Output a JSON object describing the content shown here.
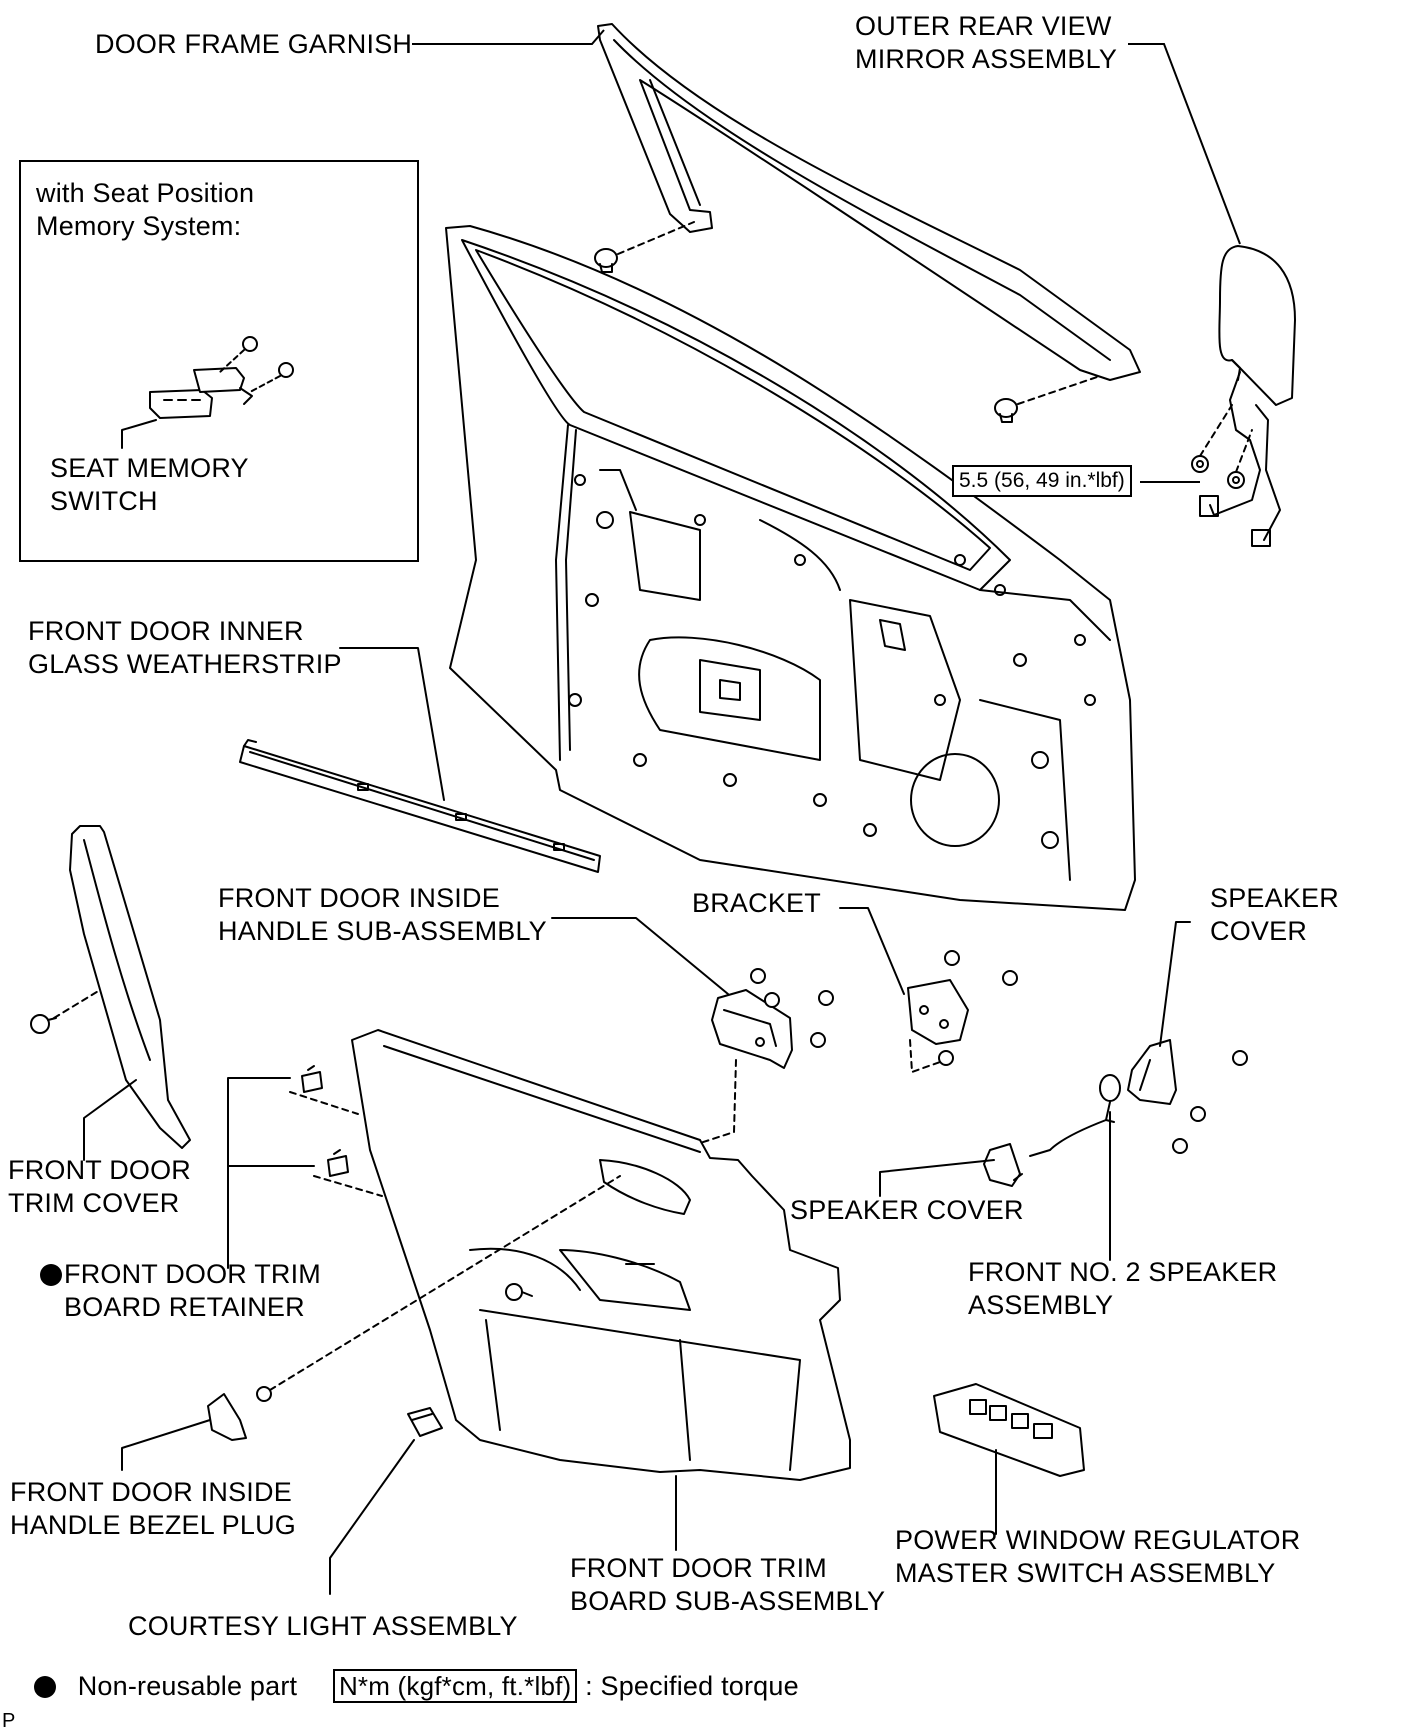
{
  "inset": {
    "title_line1": "with Seat Position",
    "title_line2": "Memory System:",
    "part_line1": "SEAT MEMORY",
    "part_line2": "SWITCH"
  },
  "labels": {
    "door_frame_garnish": "DOOR FRAME GARNISH",
    "outer_mirror_line1": "OUTER REAR VIEW",
    "outer_mirror_line2": "MIRROR ASSEMBLY",
    "torque_spec": "5.5 (56, 49 in.*lbf)",
    "inner_weatherstrip_line1": "FRONT DOOR INNER",
    "inner_weatherstrip_line2": "GLASS WEATHERSTRIP",
    "inside_handle_line1": "FRONT DOOR INSIDE",
    "inside_handle_line2": "HANDLE SUB-ASSEMBLY",
    "bracket": "BRACKET",
    "speaker_cover_upper_line1": "SPEAKER",
    "speaker_cover_upper_line2": "COVER",
    "trim_cover_line1": "FRONT DOOR",
    "trim_cover_line2": "TRIM COVER",
    "trim_retainer_line1": "FRONT DOOR TRIM",
    "trim_retainer_line2": "BOARD RETAINER",
    "speaker_cover_lower": "SPEAKER COVER",
    "speaker_assembly_line1": "FRONT NO. 2 SPEAKER",
    "speaker_assembly_line2": "ASSEMBLY",
    "bezel_plug_line1": "FRONT DOOR INSIDE",
    "bezel_plug_line2": "HANDLE BEZEL PLUG",
    "master_switch_line1": "POWER WINDOW REGULATOR",
    "master_switch_line2": "MASTER SWITCH ASSEMBLY",
    "trim_board_line1": "FRONT DOOR TRIM",
    "trim_board_line2": "BOARD SUB-ASSEMBLY",
    "courtesy_light": "COURTESY LIGHT ASSEMBLY"
  },
  "legend": {
    "non_reusable": "Non-reusable part",
    "torque_unit": "N*m (kgf*cm, ft.*lbf)",
    "torque_text": ": Specified torque"
  },
  "corner_mark": "P",
  "colors": {
    "line": "#000000",
    "background": "#ffffff"
  }
}
